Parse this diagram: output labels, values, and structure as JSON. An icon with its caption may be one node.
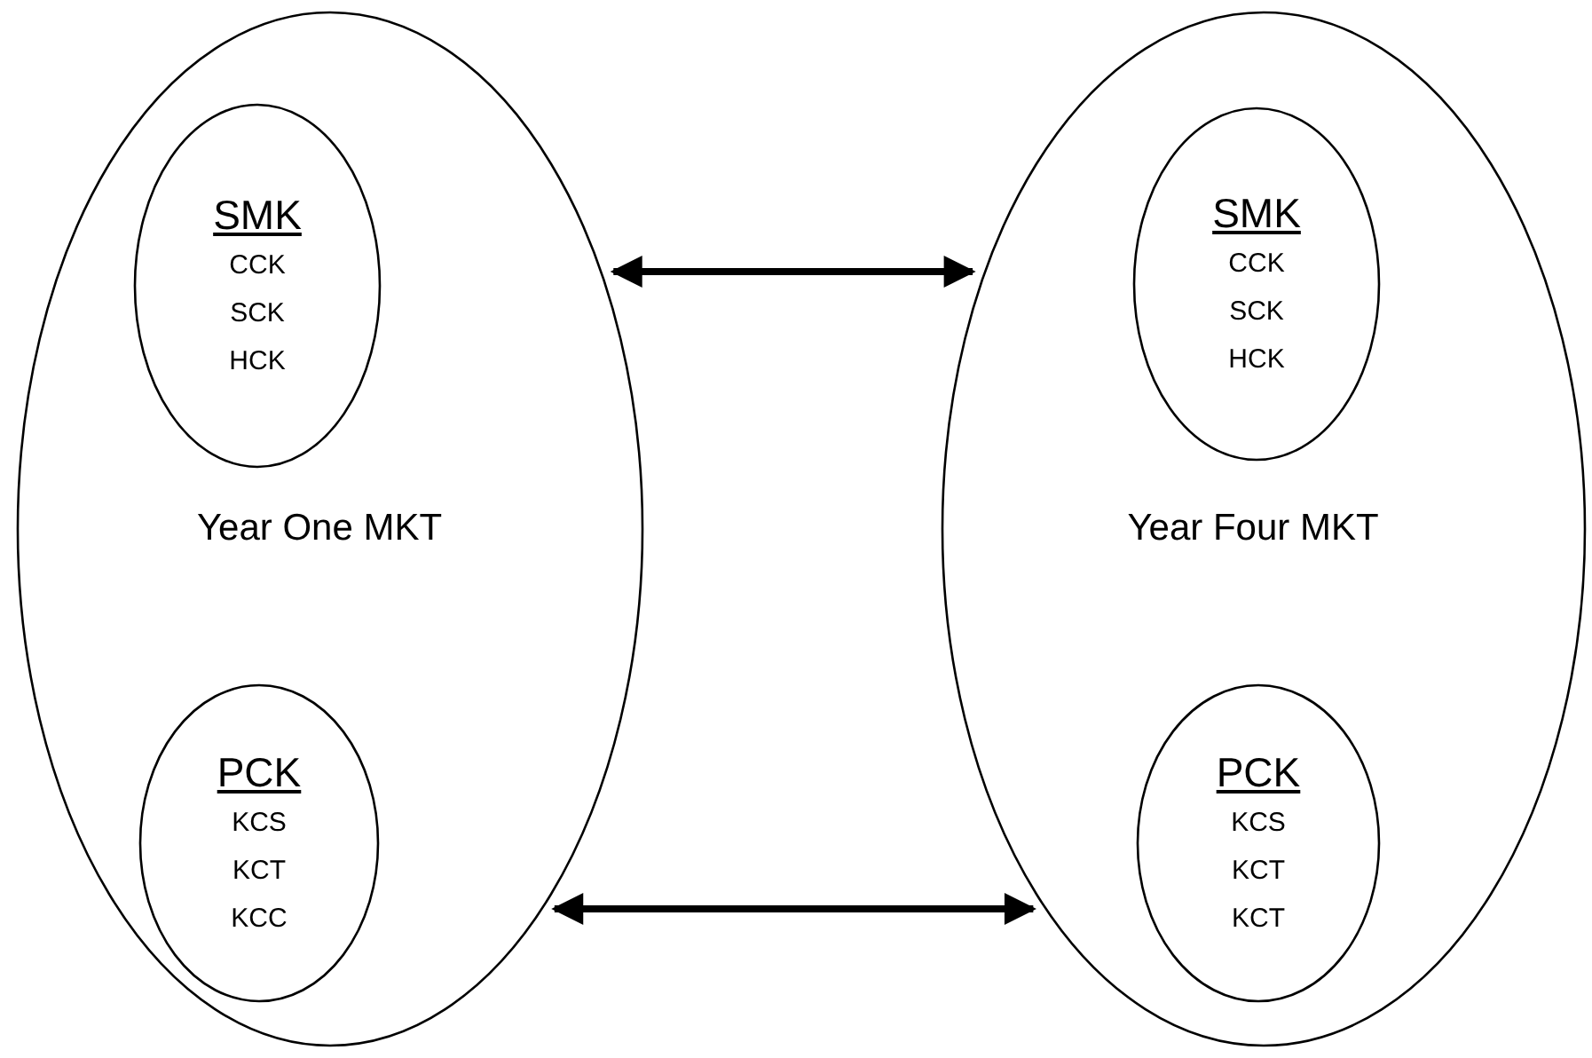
{
  "diagram": {
    "nodes": [
      {
        "text": [
          "Year One MKT"
        ]
      },
      {
        "text": [
          "SMK",
          "CCK",
          "SCK",
          "HCK"
        ],
        "in": 0
      },
      {
        "text": [
          "PCK",
          "KCS",
          "KCT",
          "KCC"
        ],
        "in": 0
      },
      {
        "text": [
          "Year Four MKT"
        ]
      },
      {
        "text": [
          "SMK",
          "CCK",
          "SCK",
          "HCK"
        ],
        "in": 3
      },
      {
        "text": [
          "PCK",
          "KCS",
          "KCT",
          "KCT"
        ],
        "in": 3
      }
    ],
    "edges": [
      {
        "from": 0,
        "to": 3,
        "arrow": "both"
      },
      {
        "from": 0,
        "to": 3,
        "arrow": "both"
      }
    ]
  }
}
